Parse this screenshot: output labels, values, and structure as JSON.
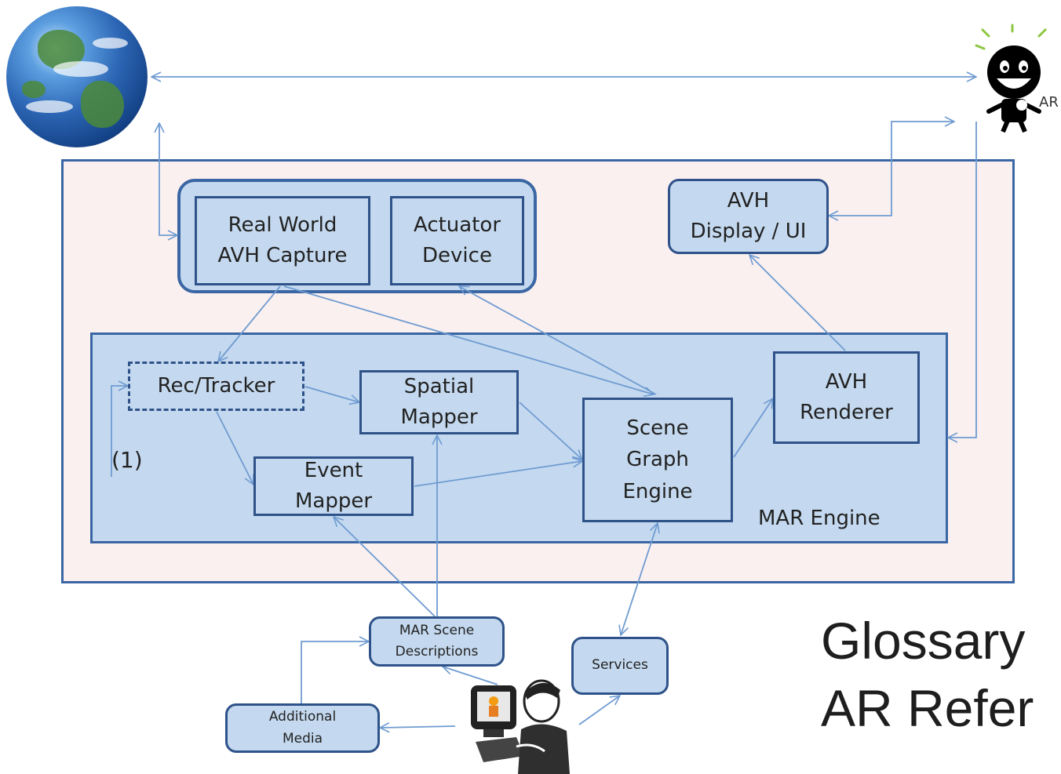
{
  "diagram": {
    "capture_box": "Real World\nAVH Capture",
    "actuator_box": "Actuator\nDevice",
    "display_box": "AVH\nDisplay / UI",
    "tracker_box": "Rec/Tracker",
    "spatial_box": "Spatial\nMapper",
    "event_box": "Event\nMapper",
    "scene_box": "Scene\nGraph\nEngine",
    "renderer_box": "AVH\nRenderer",
    "engine_label": "MAR Engine",
    "loop_label": "(1)",
    "scene_desc_box": "MAR Scene\nDescriptions",
    "services_box": "Services",
    "media_box": "Additional\nMedia",
    "mascot_text": "AR"
  },
  "overlay": {
    "title": "Glossary\nAR Refer"
  },
  "colors": {
    "box_fill": "#c4d9ef",
    "box_border": "#2e5289",
    "outer_fill": "#fbf0f0",
    "arrow": "#6f9bd1"
  },
  "icons": [
    "earth-icon",
    "ar-mascot-icon",
    "user-at-computer-icon"
  ]
}
